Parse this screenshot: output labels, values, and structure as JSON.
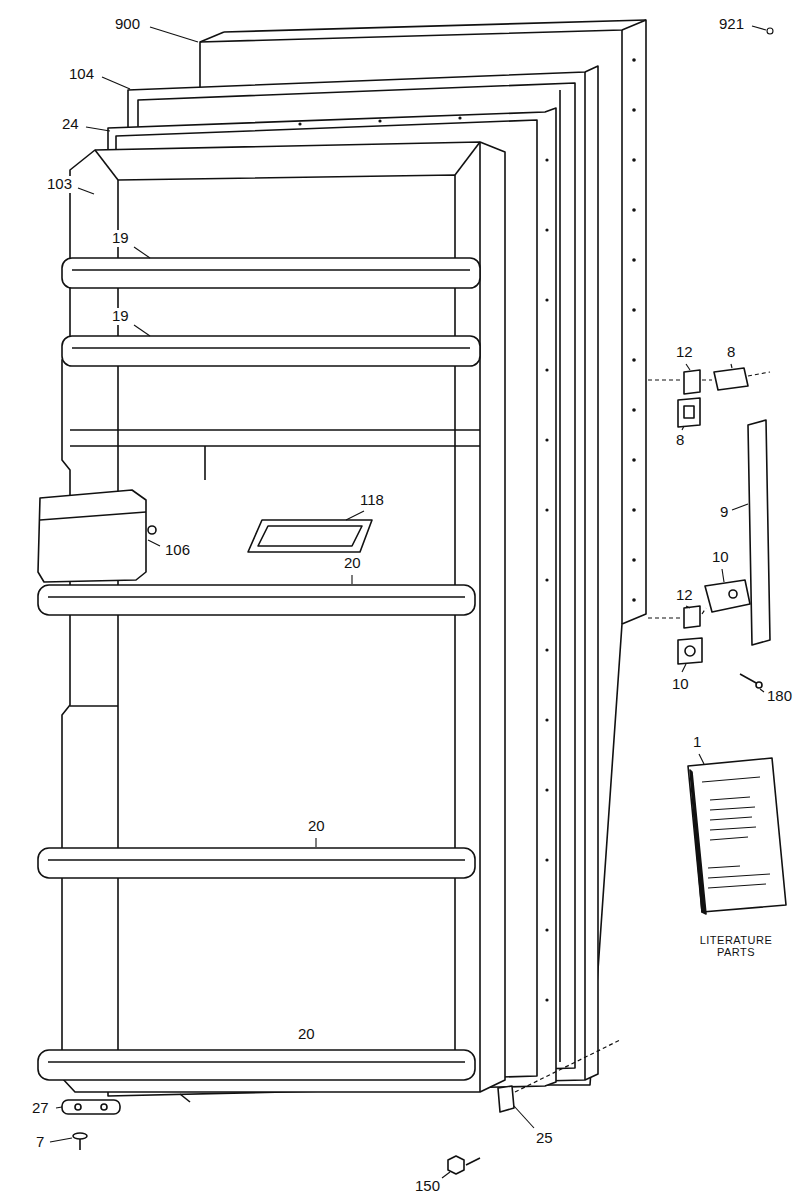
{
  "diagram": {
    "labels": [
      "900",
      "921",
      "104",
      "24",
      "103",
      "19",
      "19",
      "12",
      "8",
      "8",
      "118",
      "106",
      "9",
      "20",
      "12",
      "10",
      "10",
      "180",
      "1",
      "LITERATURE PARTS",
      "20",
      "20",
      "27",
      "7",
      "25",
      "150"
    ]
  }
}
